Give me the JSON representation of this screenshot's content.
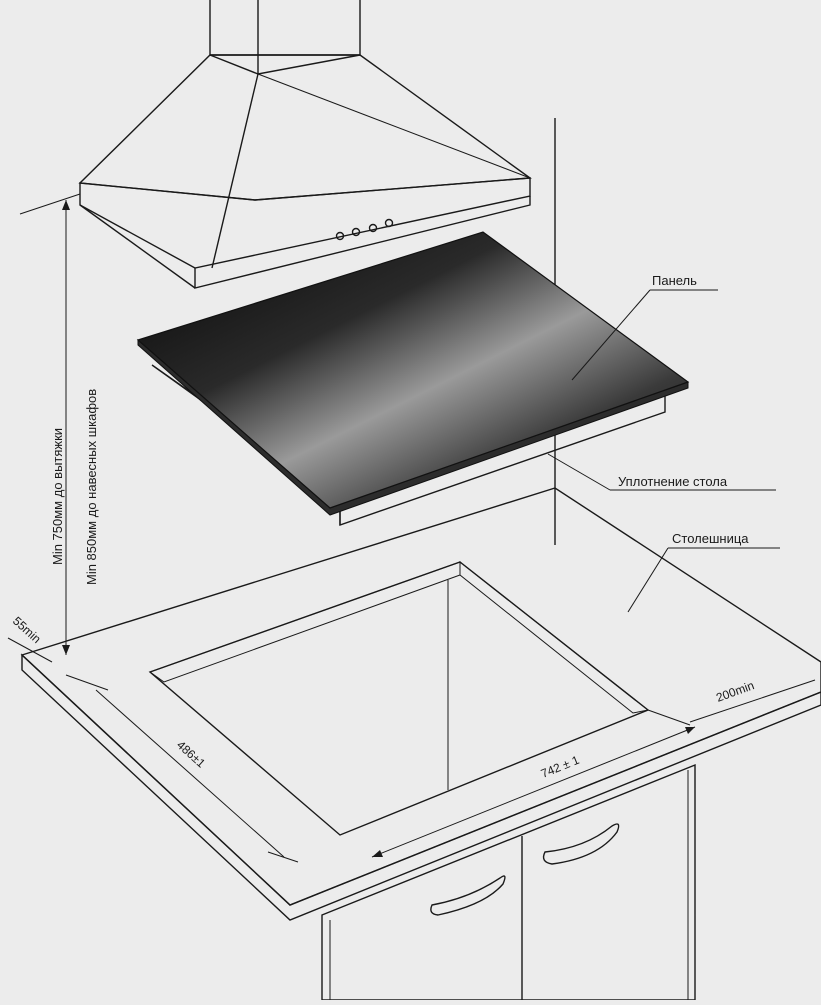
{
  "labels": {
    "panel": "Панель",
    "seal": "Уплотнение стола",
    "countertop": "Столешница"
  },
  "dimensions": {
    "height_line1": "Min 750мм до вытяжки",
    "height_line2": "Min 850мм до навесных шкафов",
    "edge_min": "55min",
    "depth": "486±1",
    "width": "742 ± 1",
    "side_min": "200min"
  },
  "colors": {
    "background": "#ececec",
    "countertop": "#a9a9a9",
    "cutout": "#ffffff",
    "hob_glass": "#111111",
    "outline": "#1a1a1a"
  }
}
